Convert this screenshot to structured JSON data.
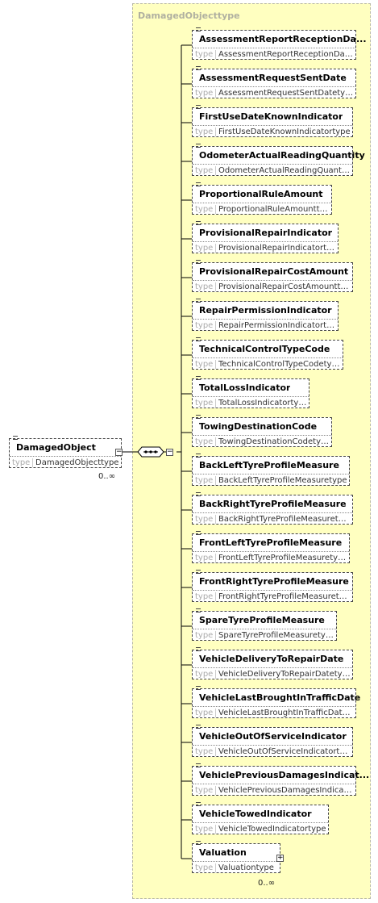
{
  "root": {
    "name": "DamagedObject",
    "type_label": "type",
    "type": "DamagedObjecttype",
    "cardinality": "0..∞"
  },
  "complex_type": {
    "title": "DamagedObjecttype"
  },
  "children": [
    {
      "name": "AssessmentReportReceptionDa...",
      "type": "AssessmentReportReceptionDat..."
    },
    {
      "name": "AssessmentRequestSentDate",
      "type": "AssessmentRequestSentDatetype"
    },
    {
      "name": "FirstUseDateKnownIndicator",
      "type": "FirstUseDateKnownIndicatortype"
    },
    {
      "name": "OdometerActualReadingQuantity",
      "type": "OdometerActualReadingQuantity..."
    },
    {
      "name": "ProportionalRuleAmount",
      "type": "ProportionalRuleAmounttype"
    },
    {
      "name": "ProvisionalRepairIndicator",
      "type": "ProvisionalRepairIndicatortype"
    },
    {
      "name": "ProvisionalRepairCostAmount",
      "type": "ProvisionalRepairCostAmounttype"
    },
    {
      "name": "RepairPermissionIndicator",
      "type": "RepairPermissionIndicatortype"
    },
    {
      "name": "TechnicalControlTypeCode",
      "type": "TechnicalControlTypeCodetype"
    },
    {
      "name": "TotalLossIndicator",
      "type": "TotalLossIndicatortype"
    },
    {
      "name": "TowingDestinationCode",
      "type": "TowingDestinationCodetype"
    },
    {
      "name": "BackLeftTyreProfileMeasure",
      "type": "BackLeftTyreProfileMeasuretype"
    },
    {
      "name": "BackRightTyreProfileMeasure",
      "type": "BackRightTyreProfileMeasuretype"
    },
    {
      "name": "FrontLeftTyreProfileMeasure",
      "type": "FrontLeftTyreProfileMeasuretype"
    },
    {
      "name": "FrontRightTyreProfileMeasure",
      "type": "FrontRightTyreProfileMeasuretype"
    },
    {
      "name": "SpareTyreProfileMeasure",
      "type": "SpareTyreProfileMeasuretype"
    },
    {
      "name": "VehicleDeliveryToRepairDate",
      "type": "VehicleDeliveryToRepairDatetype"
    },
    {
      "name": "VehicleLastBroughtInTrafficDate",
      "type": "VehicleLastBroughtInTrafficDate..."
    },
    {
      "name": "VehicleOutOfServiceIndicator",
      "type": "VehicleOutOfServiceIndicatortype"
    },
    {
      "name": "VehiclePreviousDamagesIndicat...",
      "type": "VehiclePreviousDamagesIndicat..."
    },
    {
      "name": "VehicleTowedIndicator",
      "type": "VehicleTowedIndicatortype"
    },
    {
      "name": "Valuation",
      "type": "Valuationtype",
      "cardinality": "0..∞"
    }
  ],
  "type_label": "type"
}
